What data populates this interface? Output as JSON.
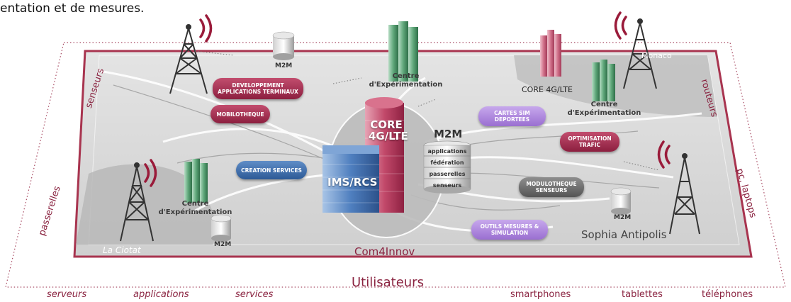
{
  "caption": "entation et de mesures.",
  "platform_title": "Com4Innov",
  "users_title": "Utilisateurs",
  "bottom_items": [
    "serveurs",
    "applications",
    "services",
    "smartphones",
    "tablettes",
    "téléphones"
  ],
  "side_labels": {
    "left_upper": "senseurs",
    "left_lower": "passerelles",
    "right_upper": "routeurs",
    "right_lower": "pc, laptops"
  },
  "sites": {
    "monaco": "Monaco",
    "la_ciotat": "La Ciotat",
    "sophia": "Sophia Antipolis"
  },
  "centre_label": [
    "Centre",
    "d'Expérimentation"
  ],
  "core_center": [
    "CORE",
    "4G/LTE"
  ],
  "core_monaco": "CORE 4G/LTE",
  "ims": "IMS/RCS",
  "m2m_title": "M2M",
  "m2m_small": "M2M",
  "m2m_stack": [
    "applications",
    "fédération",
    "passerelles",
    "senseurs"
  ],
  "pills": {
    "dev_apps": "DEVELOPPEMENT APPLICATIONS TERMINAUX",
    "mobilotheque": "MOBILOTHEQUE",
    "creation": "CREATION SERVICES",
    "cartes_sim": "CARTES SIM DEPORTEES",
    "optimisation": "OPTIMISATION TRAFIC",
    "modulotheque": "MODULOTHEQUE SENSEURS",
    "outils": "OUTILS MESURES & SIMULATION"
  },
  "colors": {
    "accent": "#8a2340",
    "platform": "#d8d8d8",
    "platform_border": "#a8344f"
  }
}
